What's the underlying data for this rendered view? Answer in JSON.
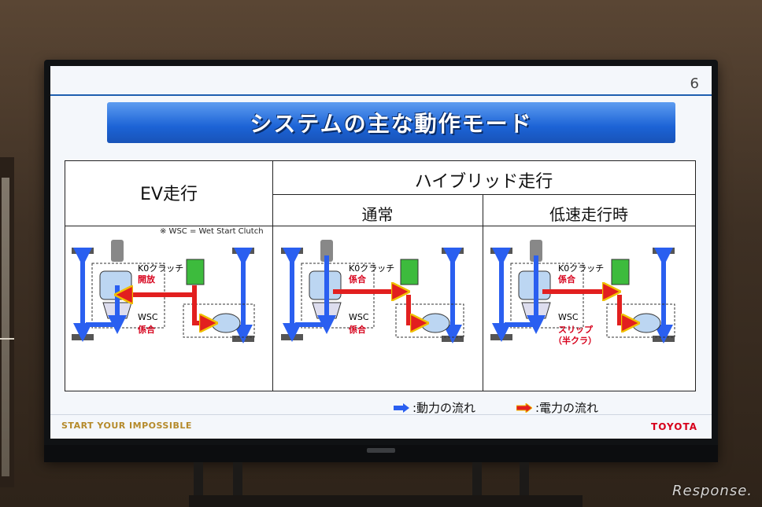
{
  "slide": {
    "page_number": "6",
    "title": "システムの主な動作モード",
    "header_ev": "EV走行",
    "header_hybrid": "ハイブリッド走行",
    "header_normal": "通常",
    "header_low_speed": "低速走行時",
    "note": "※ WSC = Wet Start Clutch",
    "panels": [
      {
        "k0_label": "K0クラッチ",
        "k0_state": "開放",
        "wsc_label": "WSC",
        "wsc_state": "係合",
        "wsc_state2": ""
      },
      {
        "k0_label": "K0クラッチ",
        "k0_state": "係合",
        "wsc_label": "WSC",
        "wsc_state": "係合",
        "wsc_state2": ""
      },
      {
        "k0_label": "K0クラッチ",
        "k0_state": "係合",
        "wsc_label": "WSC",
        "wsc_state": "スリップ",
        "wsc_state2": "（半クラ）"
      }
    ],
    "legend_power": ":動力の流れ",
    "legend_electric": ":電力の流れ",
    "footer_left": "START YOUR IMPOSSIBLE",
    "footer_right": "TOYOTA"
  },
  "watermark": "Response.",
  "colors": {
    "title_blue": "#1c63d6",
    "power_arrow": "#2a5ff0",
    "electric_arrow": "#e21f1f",
    "battery": "#3dbb3d",
    "accent_red": "#d7001b"
  }
}
